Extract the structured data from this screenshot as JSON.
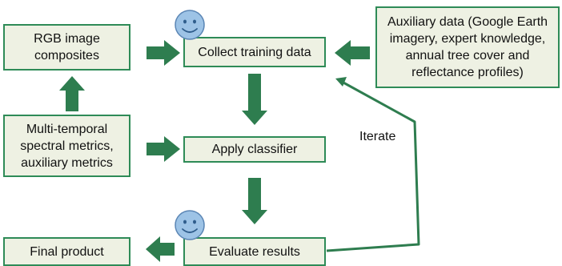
{
  "diagram": {
    "nodes": {
      "rgb": "RGB image\ncomposites",
      "collect": "Collect training data",
      "aux_data": "Auxiliary data (Google Earth\nimagery, expert knowledge,\nannual tree cover and\nreflectance profiles)",
      "metrics": "Multi-temporal\nspectral metrics,\nauxiliary metrics",
      "classifier": "Apply classifier",
      "evaluate": "Evaluate results",
      "final": "Final product"
    },
    "labels": {
      "iterate": "Iterate"
    },
    "icons": {
      "smiley_collect": "smiley-face-icon",
      "smiley_evaluate": "smiley-face-icon"
    },
    "colors": {
      "box_fill": "#eef1e3",
      "box_border": "#2e8b57",
      "arrow": "#2e7d4f",
      "smiley_fill": "#9dc3e6",
      "smiley_stroke": "#5b86b5"
    }
  }
}
